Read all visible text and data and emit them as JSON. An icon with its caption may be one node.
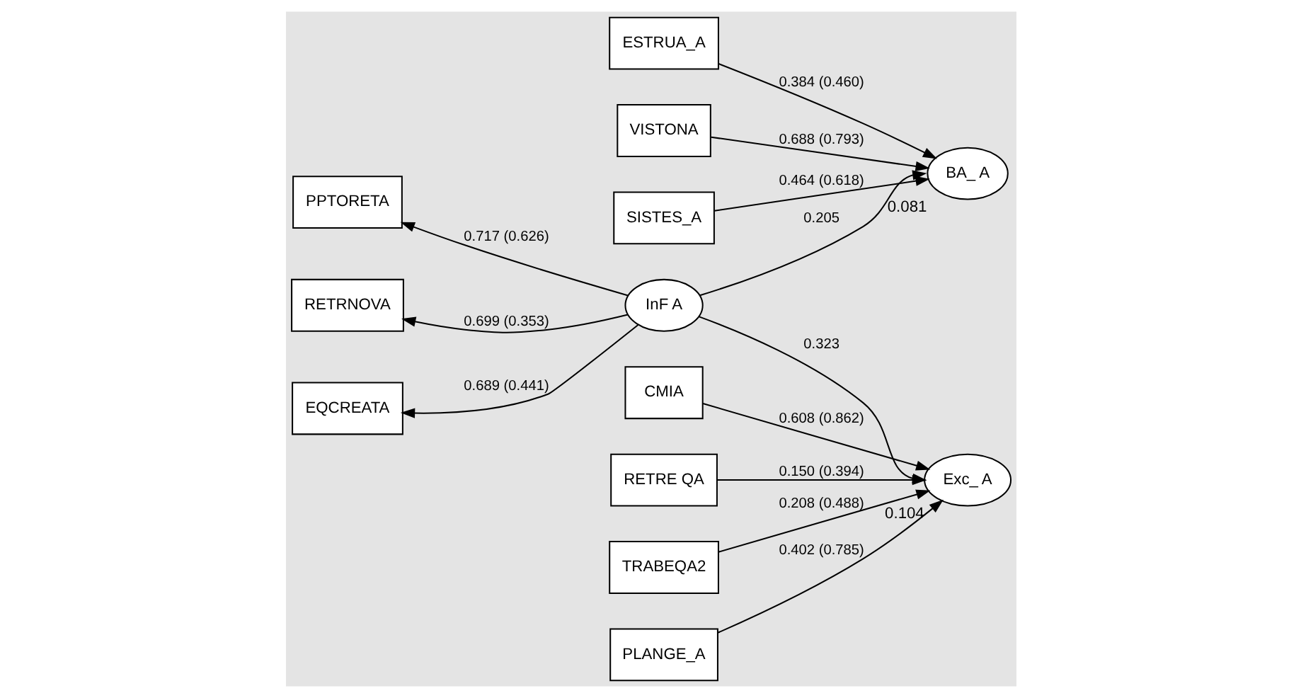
{
  "diagram": {
    "nodes": [
      {
        "text": [
          "InF A"
        ]
      },
      {
        "text": [
          "PPTORETA"
        ]
      },
      {
        "text": [
          "RETRNOVA"
        ]
      },
      {
        "text": [
          "EQCREATA"
        ]
      },
      {
        "text": [
          "ESTRUA_A"
        ]
      },
      {
        "text": [
          "VISTONA"
        ]
      },
      {
        "text": [
          "SISTES_A"
        ]
      },
      {
        "text": [
          "BA_ A"
        ],
        "beside": [
          "0.081"
        ]
      },
      {
        "text": [
          "Exc_ A"
        ],
        "beside": [
          "0.104"
        ]
      },
      {
        "text": [
          "TRABEQA2"
        ]
      },
      {
        "text": [
          "PLANGE_A"
        ]
      },
      {
        "text": [
          "CMIA"
        ]
      },
      {
        "text": [
          "RETRE QA"
        ]
      }
    ],
    "edges": [
      {
        "from": 0,
        "to": 1,
        "arrow": "to",
        "label": "0.717 (0.626)"
      },
      {
        "from": 0,
        "to": 2,
        "arrow": "to",
        "label": "0.699 (0.353)"
      },
      {
        "from": 0,
        "to": 3,
        "arrow": "to",
        "label": "0.689 (0.441)"
      },
      {
        "from": 4,
        "to": 7,
        "arrow": "to",
        "label": "0.384 (0.460)"
      },
      {
        "from": 5,
        "to": 7,
        "arrow": "to",
        "label": "0.688 (0.793)"
      },
      {
        "from": 6,
        "to": 7,
        "arrow": "to",
        "label": "0.464 (0.618)"
      },
      {
        "from": 0,
        "to": 7,
        "arrow": "to",
        "label": "0.205"
      },
      {
        "from": 0,
        "to": 8,
        "arrow": "to",
        "label": "0.323"
      },
      {
        "from": 9,
        "to": 8,
        "arrow": "to",
        "label": "0.208 (0.488)"
      },
      {
        "from": 10,
        "to": 8,
        "arrow": "to",
        "label": "0.402 (0.785)"
      },
      {
        "from": 11,
        "to": 8,
        "arrow": "to",
        "label": "0.608 (0.862)"
      },
      {
        "from": 12,
        "to": 8,
        "arrow": "to",
        "label": "0.150 (0.394)"
      }
    ]
  }
}
